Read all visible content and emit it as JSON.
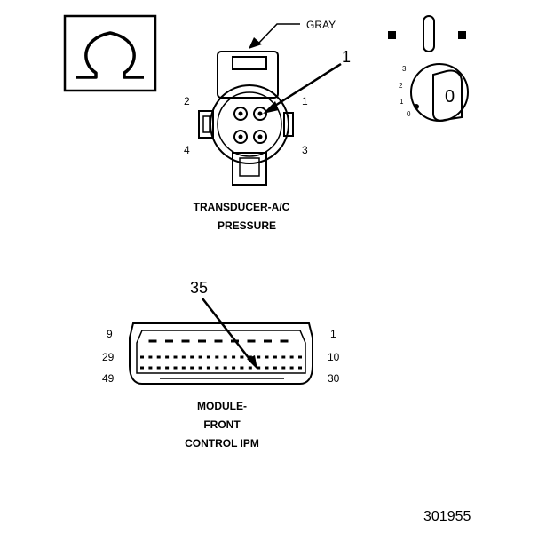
{
  "ohmmeter_symbol": "omega-icon",
  "ignition": {
    "key_letter": "0",
    "positions": [
      "3",
      "2",
      "1",
      "0"
    ]
  },
  "transducer": {
    "wire_color": "GRAY",
    "callout": "1",
    "pins": {
      "p1": "1",
      "p2": "2",
      "p3": "3",
      "p4": "4"
    },
    "title_line1": "TRANSDUCER-A/C",
    "title_line2": "PRESSURE"
  },
  "module": {
    "callout": "35",
    "pins": {
      "top_left": "9",
      "top_right": "1",
      "mid_left": "29",
      "mid_right": "10",
      "bot_left": "49",
      "bot_right": "30"
    },
    "title_line1": "MODULE-",
    "title_line2": "FRONT",
    "title_line3": "CONTROL IPM"
  },
  "figure_number": "301955"
}
